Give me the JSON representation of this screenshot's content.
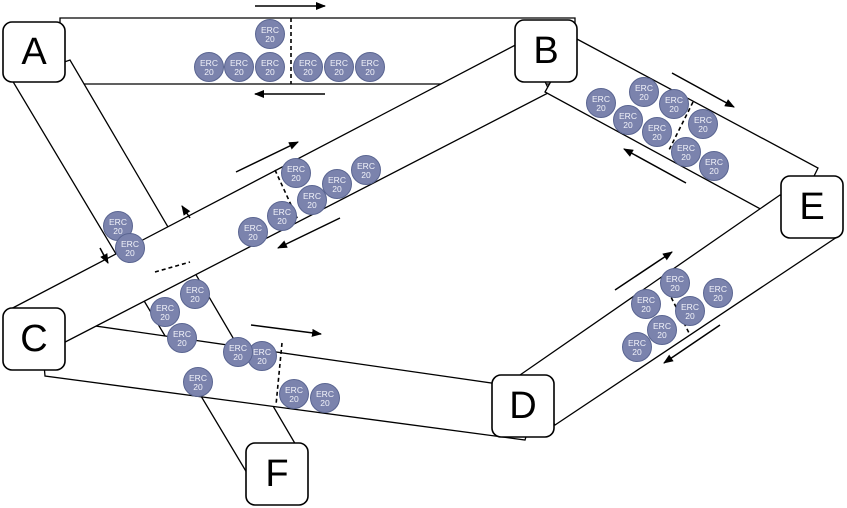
{
  "diagram": {
    "nodes": [
      {
        "id": "A",
        "label": "A"
      },
      {
        "id": "B",
        "label": "B"
      },
      {
        "id": "C",
        "label": "C"
      },
      {
        "id": "D",
        "label": "D"
      },
      {
        "id": "E",
        "label": "E"
      },
      {
        "id": "F",
        "label": "F"
      }
    ],
    "channels": [
      {
        "id": "A-B"
      },
      {
        "id": "B-E"
      },
      {
        "id": "C-B"
      },
      {
        "id": "A-F"
      },
      {
        "id": "C-D"
      },
      {
        "id": "D-E"
      }
    ],
    "token": {
      "line1": "ERC",
      "line2": "20"
    },
    "colors": {
      "coin_fill": "#7b83ad",
      "coin_stroke": "#5a6591",
      "coin_text": "#f2f3fa",
      "stroke": "#000000"
    }
  }
}
